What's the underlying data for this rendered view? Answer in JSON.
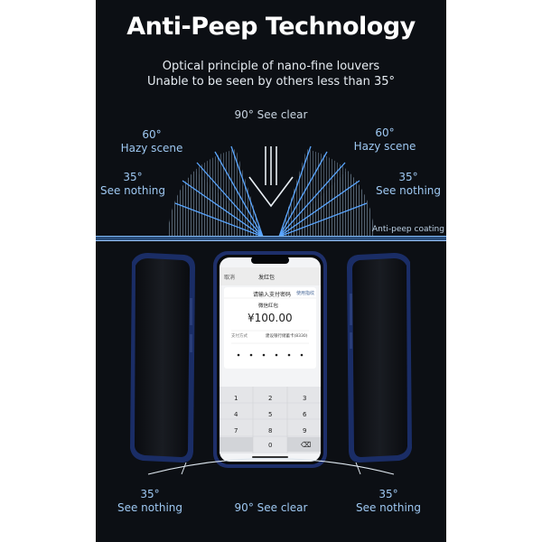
{
  "header": {
    "title": "Anti-Peep Technology",
    "subtitle_line1": "Optical principle of nano-fine louvers",
    "subtitle_line2": "Unable to be seen by others less than 35°"
  },
  "diagram": {
    "top_label": "90° See clear",
    "left_60_line1": "60°",
    "left_60_line2": "Hazy scene",
    "left_35_line1": "35°",
    "left_35_line2": "See nothing",
    "right_60_line1": "60°",
    "right_60_line2": "Hazy scene",
    "right_35_line1": "35°",
    "right_35_line2": "See nothing",
    "coating_label": "Anti-peep coating"
  },
  "phone_screen": {
    "cancel": "取消",
    "header_title": "发红包",
    "prompt": "请输入支付密码",
    "fingerprint": "使用指纹",
    "item": "微信红包",
    "amount": "¥100.00",
    "pay_method_label": "支付方式",
    "pay_method_value": "建设银行储蓄卡(8330)",
    "keypad": [
      "1",
      "2",
      "3",
      "4",
      "5",
      "6",
      "7",
      "8",
      "9",
      "",
      "0",
      "⌫"
    ]
  },
  "bottom": {
    "left_line1": "35°",
    "left_line2": "See nothing",
    "center": "90° See clear",
    "right_line1": "35°",
    "right_line2": "See nothing"
  },
  "colors": {
    "panel_bg": "#0c0f14",
    "accent_blue": "#5aa6ff",
    "label_blue": "#9ec8f2",
    "phone_frame": "#1e2f6a"
  }
}
